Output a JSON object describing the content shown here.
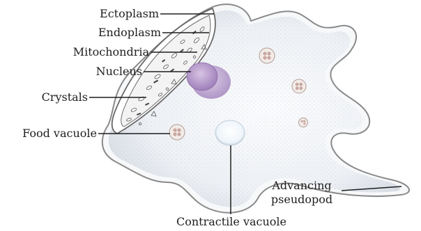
{
  "labels": {
    "ectoplasm": "Ectoplasm",
    "endoplasm": "Endoplasm",
    "mitochondria": "Mitochondria",
    "nucleus": "Nucleus",
    "crystals": "Crystals",
    "food_vacuole": "Food vacuole",
    "advancing_pseudopod_line1": "Advancing",
    "advancing_pseudopod_line2": "pseudopod",
    "contractile_vacuole": "Contractile vacuole"
  },
  "colors": {
    "cell_outline": "#8a8a8a",
    "cell_fill": "#eef1f5",
    "ectoplasm_fill": "#f7f8fa",
    "nucleus": "#b79acd",
    "food_vacuole": "#c9a7a0",
    "contractile_vacuole": "#f7fbff",
    "leader_line": "#1e1e1e",
    "text": "#1e1e1e"
  },
  "icons": {
    "diagram": "amoeba-cell-illustration"
  }
}
